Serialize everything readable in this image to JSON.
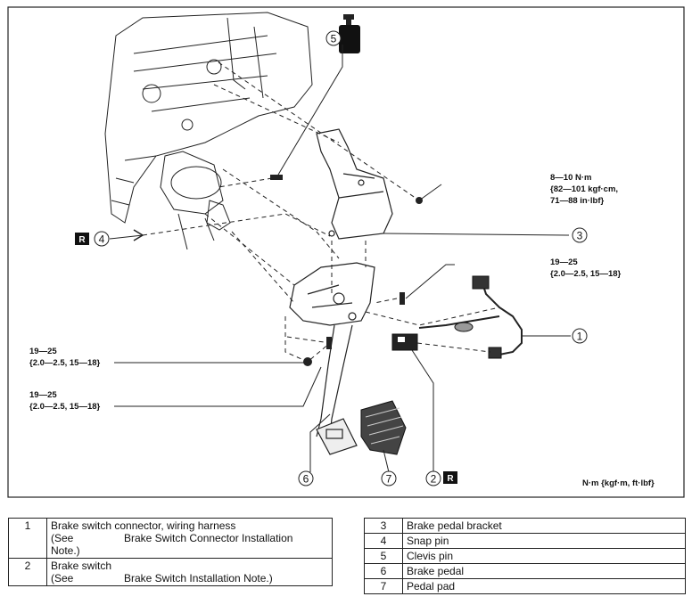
{
  "diagram": {
    "torque_top": [
      "8—10 N·m",
      "{82—101 kgf·cm,",
      "71—88 in·lbf}"
    ],
    "torque_mid": [
      "19—25",
      "{2.0—2.5, 15—18}"
    ],
    "torque_left1": [
      "19—25",
      "{2.0—2.5, 15—18}"
    ],
    "torque_left2": [
      "19—25",
      "{2.0—2.5, 15—18}"
    ],
    "units": "N·m {kgf·m, ft·lbf}",
    "callouts": [
      "1",
      "2",
      "3",
      "4",
      "5",
      "6",
      "7"
    ],
    "r_mark": "R"
  },
  "parts_left": [
    {
      "num": "1",
      "name": "Brake switch connector, wiring harness",
      "see": "(See",
      "note": "Brake Switch Connector Installation",
      "note2": "Note.)"
    },
    {
      "num": "2",
      "name": "Brake switch",
      "see": "(See",
      "note": "Brake Switch Installation Note.)"
    }
  ],
  "parts_right": [
    {
      "num": "3",
      "name": "Brake pedal bracket"
    },
    {
      "num": "4",
      "name": "Snap pin"
    },
    {
      "num": "5",
      "name": "Clevis pin"
    },
    {
      "num": "6",
      "name": "Brake pedal"
    },
    {
      "num": "7",
      "name": "Pedal pad"
    }
  ]
}
